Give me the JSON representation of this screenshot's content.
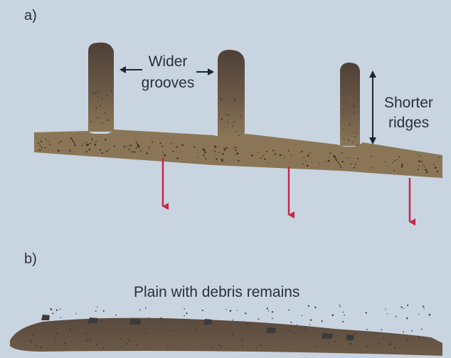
{
  "panels": [
    {
      "label": "a)",
      "annotations": {
        "wider_grooves": [
          "Wider",
          "grooves"
        ],
        "shorter_ridges": [
          "Shorter",
          "ridges"
        ]
      }
    },
    {
      "label": "b)",
      "caption": "Plain with debris remains"
    }
  ],
  "colors": {
    "background": "#c9d4e1",
    "rock": "#8a7656",
    "ridge_top": "#4e4037",
    "arrow_red": "#c6274a",
    "arrow_black": "#1f2430",
    "debris": "#3d3a3a"
  }
}
